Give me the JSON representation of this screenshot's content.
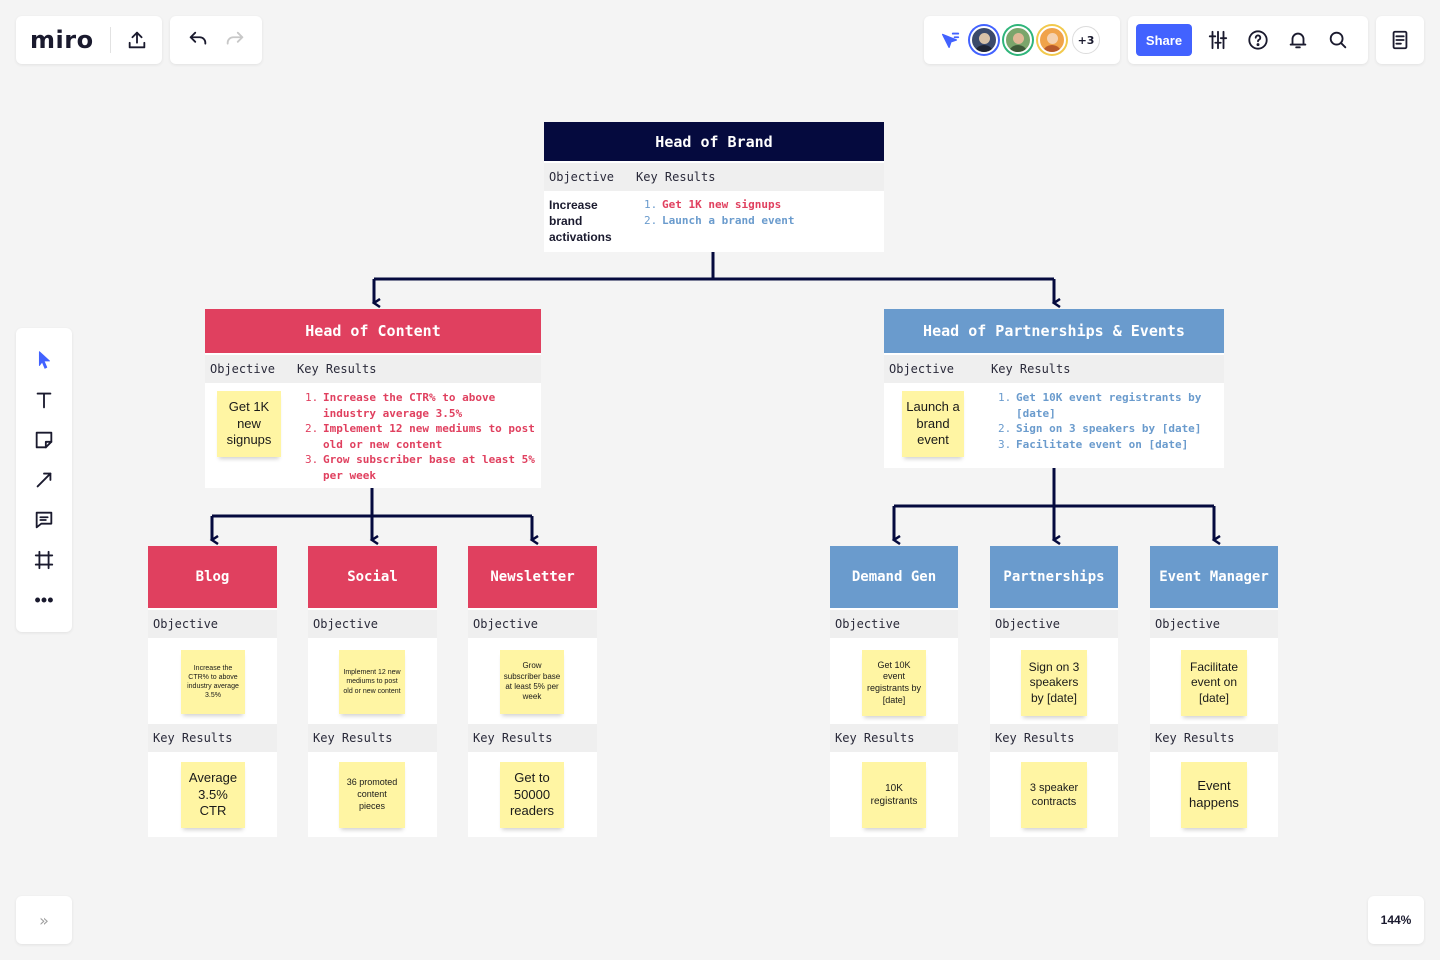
{
  "app": {
    "logo": "miro",
    "zoom": "144%",
    "share_label": "Share",
    "more_collaborators": "+3",
    "colors": {
      "navy": "#050a3e",
      "red": "#e0405f",
      "blue": "#6a9bcd",
      "sticky": "#fff5a3",
      "accent": "#4262ff"
    }
  },
  "toolbar": {
    "left_icons": [
      "upload-icon",
      "undo-icon",
      "redo-icon"
    ],
    "right_icons": [
      "cursor-follow-icon",
      "settings-sliders-icon",
      "help-icon",
      "bell-icon",
      "search-icon",
      "notes-icon"
    ],
    "side_tools": [
      "select-icon",
      "text-icon",
      "sticky-note-icon",
      "line-icon",
      "comment-icon",
      "frame-icon",
      "more-icon"
    ]
  },
  "chart": {
    "brand": {
      "title": "Head of Brand",
      "objective_label": "Objective",
      "kr_label": "Key Results",
      "objective": "Increase brand activations",
      "key_results": [
        "Get 1K new signups",
        "Launch a brand event"
      ]
    },
    "content": {
      "title": "Head of Content",
      "objective_label": "Objective",
      "kr_label": "Key Results",
      "objective": "Get 1K new signups",
      "key_results": [
        "Increase the CTR% to above industry average 3.5%",
        "Implement 12 new mediums to post old or new content",
        "Grow subscriber base at least 5% per week"
      ]
    },
    "partnerships_events": {
      "title": "Head of Partnerships & Events",
      "objective_label": "Objective",
      "kr_label": "Key Results",
      "objective": "Launch a brand event",
      "key_results": [
        "Get 10K event registrants by [date]",
        "Sign on 3 speakers by [date]",
        "Facilitate event on [date]"
      ]
    },
    "teams": [
      {
        "title": "Blog",
        "objective_label": "Objective",
        "kr_label": "Key Results",
        "objective": "Increase the CTR% to above industry average 3.5%",
        "key_result": "Average 3.5% CTR"
      },
      {
        "title": "Social",
        "objective_label": "Objective",
        "kr_label": "Key Results",
        "objective": "Implement 12 new mediums to post old or new content",
        "key_result": "36 promoted content pieces"
      },
      {
        "title": "Newsletter",
        "objective_label": "Objective",
        "kr_label": "Key Results",
        "objective": "Grow subscriber base at least 5% per week",
        "key_result": "Get to 50000 readers"
      },
      {
        "title": "Demand Gen",
        "objective_label": "Objective",
        "kr_label": "Key Results",
        "objective": "Get 10K event registrants by [date]",
        "key_result": "10K registrants"
      },
      {
        "title": "Partnerships",
        "objective_label": "Objective",
        "kr_label": "Key Results",
        "objective": "Sign on 3 speakers by [date]",
        "key_result": "3 speaker contracts"
      },
      {
        "title": "Event Manager",
        "objective_label": "Objective",
        "kr_label": "Key Results",
        "objective": "Facilitate event on [date]",
        "key_result": "Event happens"
      }
    ]
  }
}
